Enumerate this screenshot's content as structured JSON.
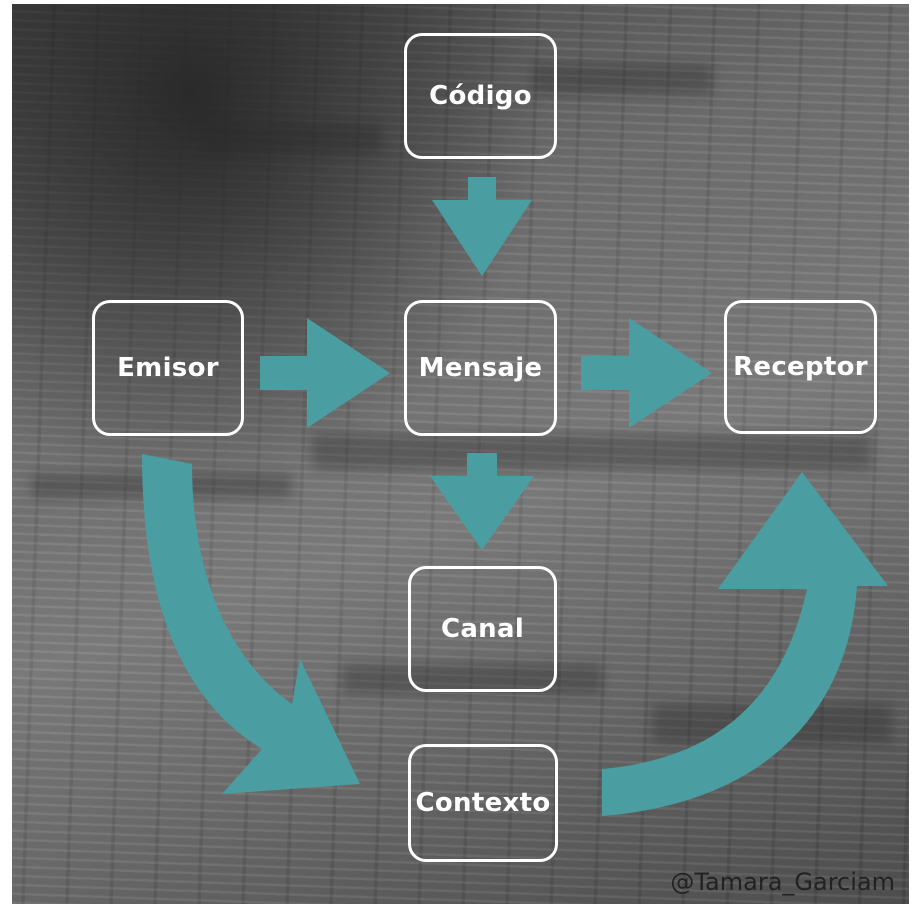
{
  "diagram": {
    "nodes": {
      "codigo": "Código",
      "emisor": "Emisor",
      "mensaje": "Mensaje",
      "receptor": "Receptor",
      "canal": "Canal",
      "contexto": "Contexto"
    },
    "watermark": "@Tamara_Garciam"
  },
  "colors": {
    "arrow": "#4a9ea2",
    "box_border": "#ffffff",
    "text": "#ffffff",
    "watermark": "#222222"
  }
}
